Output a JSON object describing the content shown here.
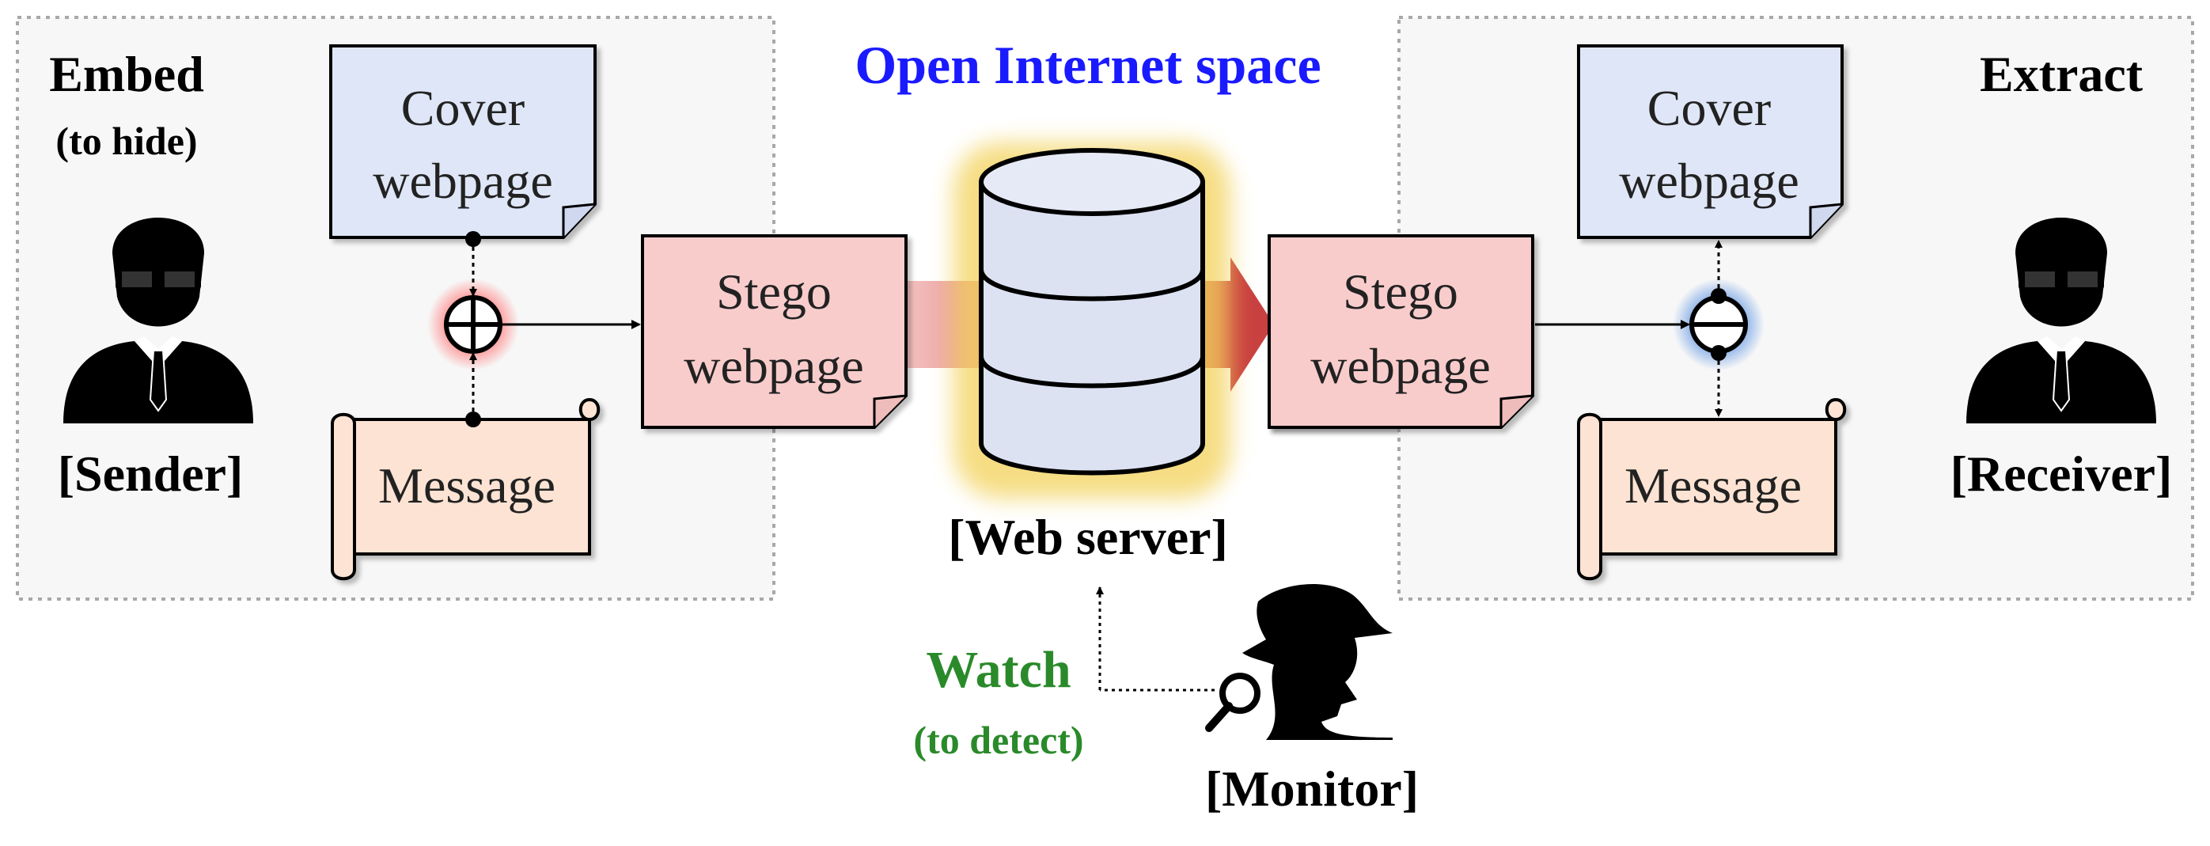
{
  "title": "Open Internet space",
  "embed_panel": {
    "heading": "Embed",
    "subheading": "(to hide)",
    "actor_label": "[Sender]",
    "cover_doc": [
      "Cover",
      "webpage"
    ],
    "message_scroll": "Message"
  },
  "stego_left": [
    "Stego",
    "webpage"
  ],
  "server": {
    "label": "[Web server]"
  },
  "stego_right": [
    "Stego",
    "webpage"
  ],
  "extract_panel": {
    "heading": "Extract",
    "actor_label": "[Receiver]",
    "cover_doc": [
      "Cover",
      "webpage"
    ],
    "message_scroll": "Message"
  },
  "monitor": {
    "action": "Watch",
    "subaction": "(to detect)",
    "actor_label": "[Monitor]"
  },
  "colors": {
    "title": "#1a1aff",
    "watch": "#2a8a2a",
    "cover_fill": "#dfe6f7",
    "stego_fill": "#f9cccc",
    "message_fill": "#fde3d3",
    "panel_fill": "#f7f7f7",
    "db_fill": "#dde2f3"
  }
}
